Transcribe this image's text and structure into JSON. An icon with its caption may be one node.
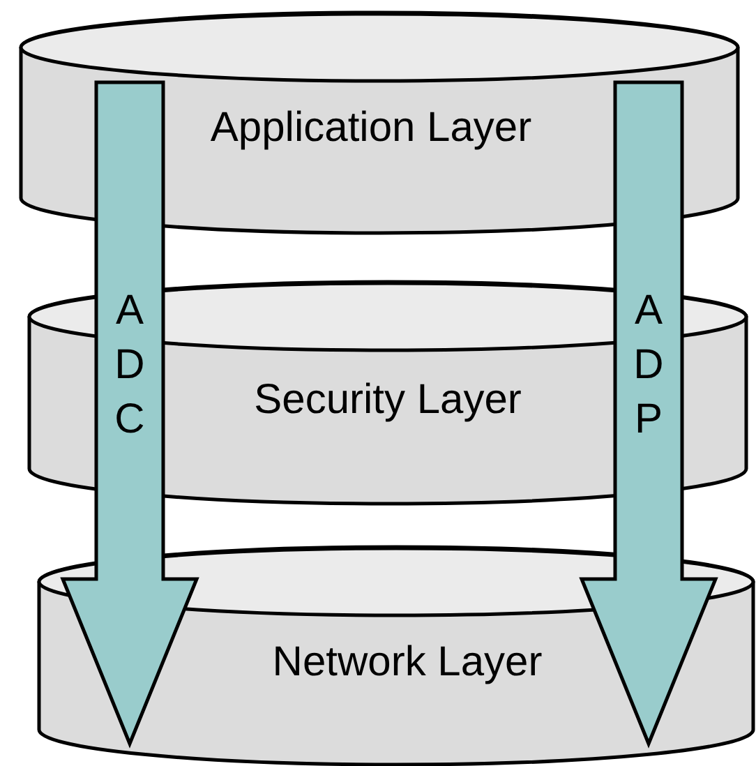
{
  "diagram": {
    "nodes": [
      {
        "text": [
          "Application Layer"
        ]
      },
      {
        "text": [
          "Security Layer"
        ]
      },
      {
        "text": [
          "Network Layer"
        ]
      }
    ],
    "edges": [
      {
        "from": 0,
        "to": 2,
        "arrow": "to",
        "label": "ADC"
      },
      {
        "from": 0,
        "to": 2,
        "arrow": "to",
        "label": "ADP"
      }
    ]
  }
}
